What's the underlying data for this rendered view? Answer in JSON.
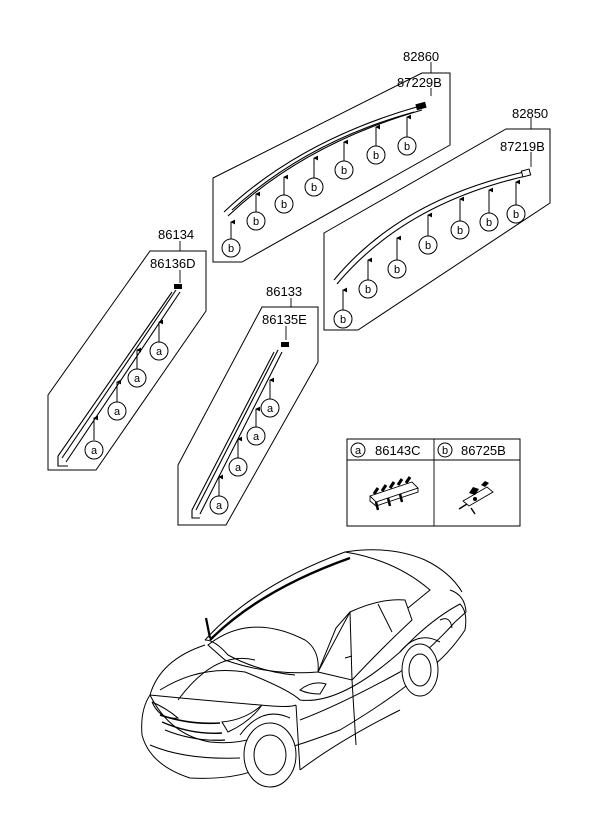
{
  "parts": {
    "p82860": "82860",
    "p87229b": "87229B",
    "p82850": "82850",
    "p87219b": "87219B",
    "p86134": "86134",
    "p86136d": "86136D",
    "p86133": "86133",
    "p86135e": "86135E"
  },
  "callouts": {
    "a": "a",
    "b": "b"
  },
  "legend": {
    "a_key": "a",
    "a_part": "86143C",
    "b_key": "b",
    "b_part": "86725B"
  }
}
